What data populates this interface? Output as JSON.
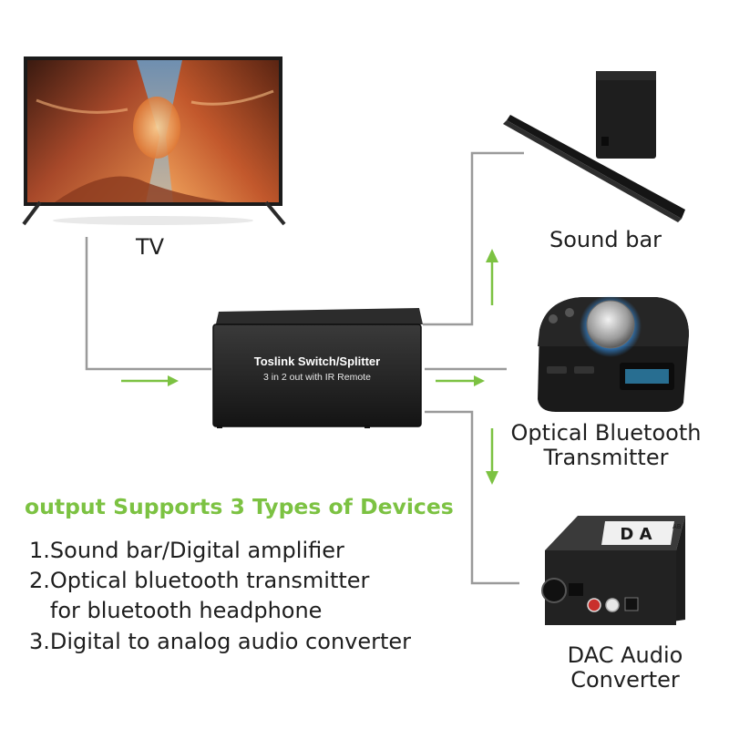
{
  "devices": {
    "tv_label": "TV",
    "soundbar_label": "Sound bar",
    "bt_label_line1": "Optical Bluetooth",
    "bt_label_line2": "Transmitter",
    "dac_label_line1": "DAC Audio",
    "dac_label_line2": "Converter"
  },
  "switch_box": {
    "title": "Toslink Switch/Splitter",
    "subtitle": "3 in 2 out with IR Remote"
  },
  "dac_box": {
    "logo": "D A",
    "badge": "AB"
  },
  "heading": "output Supports 3 Types of Devices",
  "list": [
    "1.Sound bar/Digital amplifier",
    "2.Optical bluetooth transmitter",
    "   for bluetooth headphone",
    "3.Digital to analog audio converter"
  ],
  "colors": {
    "accent_green": "#7cc242",
    "connector_gray": "#9a9a9a",
    "device_black": "#1c1c1c"
  }
}
